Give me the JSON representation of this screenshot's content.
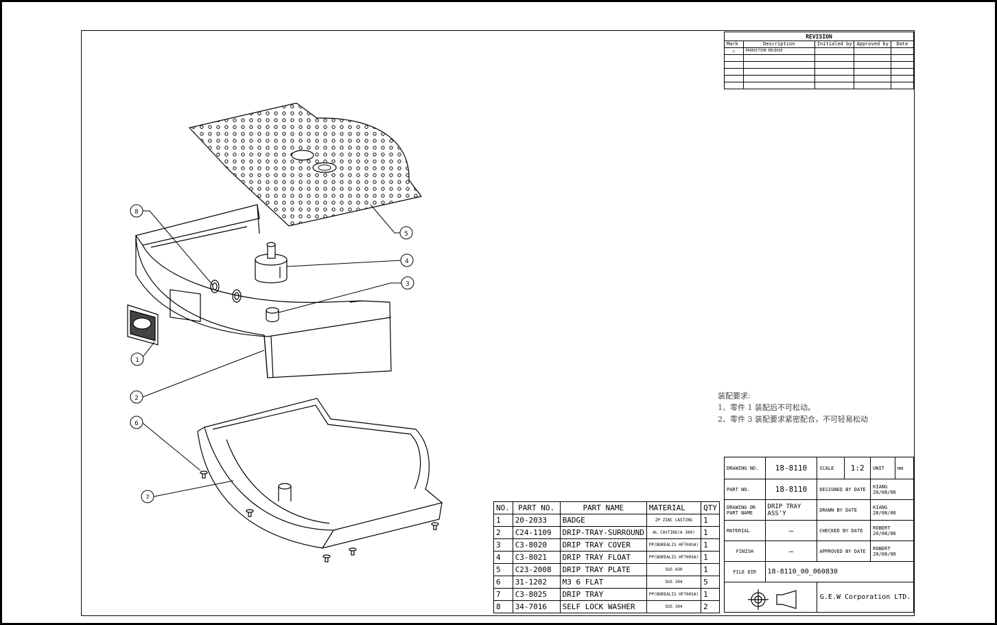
{
  "revision": {
    "title": "REVISION",
    "headers": [
      "Mark",
      "Description",
      "Initialed by",
      "Approved by",
      "Date"
    ],
    "rows": [
      [
        "",
        "PRODUCTION RELEASE",
        "",
        "",
        ""
      ],
      [
        "",
        "",
        "",
        "",
        ""
      ],
      [
        "",
        "",
        "",
        "",
        ""
      ],
      [
        "",
        "",
        "",
        "",
        ""
      ],
      [
        "",
        "",
        "",
        "",
        ""
      ],
      [
        "",
        "",
        "",
        "",
        ""
      ]
    ]
  },
  "notes": {
    "title": "装配要求:",
    "items": [
      "1、零件 1 装配后不可松动。",
      "2、零件 3 装配要求紧密配合，不可轻易松动"
    ]
  },
  "bom": {
    "headers": [
      "NO.",
      "PART NO.",
      "PART NAME",
      "MATERIAL",
      "QTY"
    ],
    "rows": [
      [
        "1",
        "20-2033",
        "BADGE",
        "ZP ZINC CASTING",
        "1"
      ],
      [
        "2",
        "C24-1109",
        "DRIP-TRAY-SURROUND",
        "AL CASTING(A 380)",
        "1"
      ],
      [
        "3",
        "C3-8020",
        "DRIP TRAY COVER",
        "PP(BOREALIS HF700SA)",
        "1"
      ],
      [
        "4",
        "C3-8021",
        "DRIP TRAY FLOAT",
        "PP(BOREALIS HF700SA)",
        "1"
      ],
      [
        "5",
        "C23-2008",
        "DRIP TRAY PLATE",
        "SUS 430",
        "1"
      ],
      [
        "6",
        "31-1202",
        "M3 6 FLAT",
        "SUS 304",
        "5"
      ],
      [
        "7",
        "C3-8025",
        "DRIP TRAY",
        "PP(BOREALIS HF700SA)",
        "1"
      ],
      [
        "8",
        "34-7016",
        "SELF LOCK WASHER",
        "SUS 304",
        "2"
      ]
    ]
  },
  "titleblock": {
    "drawing_no_label": "DRAWING NO.",
    "drawing_no": "18-8110",
    "scale_label": "SCALE",
    "scale": "1:2",
    "unit_label": "UNIT",
    "unit": "mm",
    "part_no_label": "PART NO.",
    "part_no": "18-8110",
    "designed_label": "DESIGNED BY DATE",
    "designed_val": "KIANG 20/08/06",
    "drawing_or_part_label": "DRAWING OR PART NAME",
    "part_name": "DRIP TRAY ASS'Y",
    "drawn_label": "DRAWN BY DATE",
    "drawn_val": "KIANG 20/08/06",
    "material_label": "MATERIAL",
    "material": "—",
    "checked_label": "CHECKED BY DATE",
    "checked_val": "ROBERT 20/08/06",
    "finish_label": "FINISH",
    "finish": "—",
    "approved_label": "APPROVED BY DATE",
    "approved_val": "ROBERT 20/08/06",
    "file_dir_label": "FILE DIR",
    "file_dir": "18-8110_00_060830",
    "company": "G.E.W Corporation LTD."
  },
  "balloons": [
    "1",
    "2",
    "3",
    "4",
    "5",
    "6",
    "7",
    "8"
  ]
}
